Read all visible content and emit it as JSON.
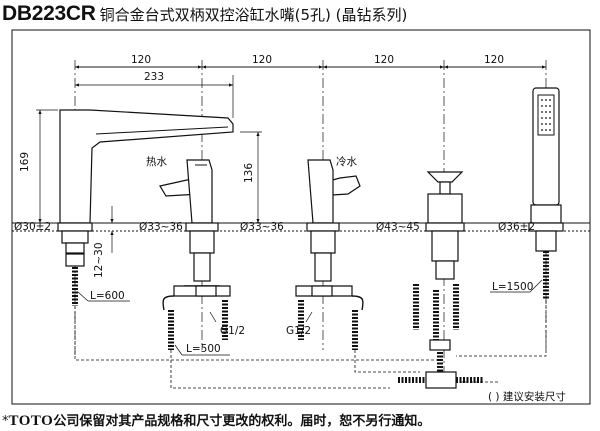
{
  "title": {
    "model": "DB223CR",
    "description": "铜合金台式双柄双控浴缸水嘴(5孔) (晶钻系列)"
  },
  "dimensions": {
    "spacing_1": "120",
    "spacing_2": "120",
    "spacing_3": "120",
    "spacing_4": "120",
    "spout_reach": "233",
    "spout_height": "169",
    "handle_height": "136",
    "deck_range": "12~30",
    "hole_1": "Ø30±2",
    "hole_2": "Ø33~36",
    "hole_3": "Ø33~36",
    "hole_4": "Ø43~45",
    "hole_5": "Ø36±2",
    "hose_spout": "L=600",
    "hose_valve": "L=500",
    "hose_shower": "L=1500",
    "thread_1": "G1/2",
    "thread_2": "G1/2"
  },
  "labels": {
    "hot": "热水",
    "cold": "冷水",
    "legend": "( ) 建议安装尺寸"
  },
  "footer": {
    "asterisk": "*",
    "brand": "TOTO",
    "note": "公司保留对其产品规格和尺寸更改的权利。届时，恕不另行通知。"
  }
}
